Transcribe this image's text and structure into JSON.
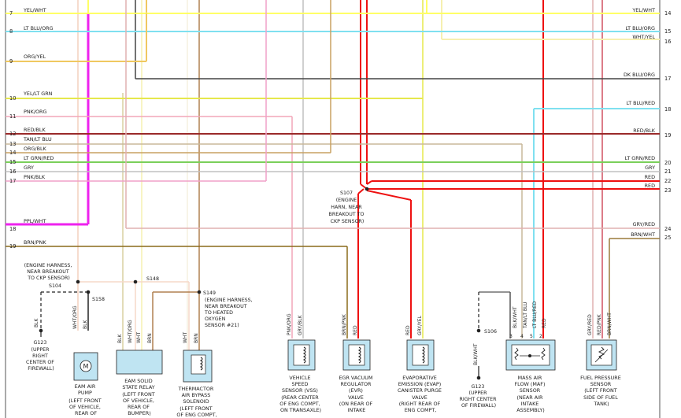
{
  "wires_left": [
    {
      "row": "7",
      "label": "YEL/WHT",
      "color": "#ffff66"
    },
    {
      "row": "8",
      "label": "LT BLU/ORG",
      "color": "#7fe0f0"
    },
    {
      "row": "9",
      "label": "ORG/YEL",
      "color": "#f0c860"
    },
    {
      "row": "10",
      "label": "YEL/LT GRN",
      "color": "#e6e84c"
    },
    {
      "row": "11",
      "label": "PNK/ORG",
      "color": "#f2a6b8"
    },
    {
      "row": "12",
      "label": "RED/BLK",
      "color": "#9a2a2a"
    },
    {
      "row": "13",
      "label": "TAN/LT BLU",
      "color": "#c9b89a"
    },
    {
      "row": "14",
      "label": "ORG/BLK",
      "color": "#c9a060"
    },
    {
      "row": "15",
      "label": "LT GRN/RED",
      "color": "#7ad05a"
    },
    {
      "row": "16",
      "label": "GRY",
      "color": "#c0c0c0"
    },
    {
      "row": "17",
      "label": "PNK/BLK",
      "color": "#f0a0c8"
    },
    {
      "row": "18",
      "label": "PPL/WHT",
      "color": "#ee22ee"
    },
    {
      "row": "19",
      "label": "BRN/PNK",
      "color": "#8a6a1a"
    }
  ],
  "wires_right": [
    {
      "row": "14",
      "label": "YEL/WHT",
      "color": "#ffff66"
    },
    {
      "row": "15",
      "label": "LT BLU/ORG",
      "color": "#7fe0f0"
    },
    {
      "row": "16",
      "label": "WHT/YEL",
      "color": "#f6f0b0"
    },
    {
      "row": "17",
      "label": "DK BLU/ORG",
      "color": "#444444"
    },
    {
      "row": "18",
      "label": "LT BLU/RED",
      "color": "#7fe0f0"
    },
    {
      "row": "19",
      "label": "RED/BLK",
      "color": "#9a2a2a"
    },
    {
      "row": "20",
      "label": "LT GRN/RED",
      "color": "#7ad05a"
    },
    {
      "row": "21",
      "label": "GRY",
      "color": "#c0c0c0"
    },
    {
      "row": "22",
      "label": "RED",
      "color": "#ee1111"
    },
    {
      "row": "23",
      "label": "RED",
      "color": "#ee1111"
    },
    {
      "row": "24",
      "label": "GRY/RED",
      "color": "#e0b0b0"
    },
    {
      "row": "25",
      "label": "BRN/WHT",
      "color": "#9a7a3a"
    }
  ],
  "notes": {
    "s107_lines": [
      "S107",
      "(ENGINE",
      "HARN, NEAR",
      "BREAKOUT TO",
      "CKP SENSOR)"
    ],
    "eng_harness_lines": [
      "(ENGINE HARNESS,",
      "NEAR BREAKOUT",
      "TO CKP SENSOR)"
    ],
    "s104": "S104",
    "s158": "S158",
    "s148": "S148",
    "s149_lines": [
      "S149",
      "(ENGINE HARNESS,",
      "NEAR BREAKOUT",
      "TO HEATED",
      "OXYGEN",
      "SENSOR #21)"
    ],
    "s106": "S106",
    "g123_left_lines": [
      "G123",
      "(UPPER",
      "RIGHT",
      "CENTER OF",
      "FIREWALL)"
    ],
    "g123_right_lines": [
      "G123",
      "(UPPER",
      "RIGHT CENTER",
      "OF FIREWALL)"
    ]
  },
  "pins": {
    "blk_ground": "BLK",
    "eam_pump_1": "WHT/ORG",
    "eam_pump_2": "BLK",
    "relay_1": "BLK",
    "relay_2": "WHT/ORG",
    "relay_3": "WHT",
    "relay_4": "BRN",
    "thermactor_1": "WHT",
    "thermactor_2": "BRN",
    "vss_1": "PNK/ORG",
    "vss_2": "GRY/BLK",
    "evr_1": "BRN/PNK",
    "evr_2": "RED",
    "evap_1": "RED",
    "evap_2": "GRY/YEL",
    "maf_ground": "BLK/WHT",
    "maf_1": "BLK/WHT",
    "maf_2": "TAN/LT BLU",
    "maf_3": "LT BLU/RED",
    "maf_4": "RED",
    "maf_num_1": "3",
    "maf_num_2": "4",
    "maf_num_3": "5",
    "maf_num_4": "2",
    "fps_1": "GRY/RED",
    "fps_2": "RED/PNK",
    "fps_3": "BRN/WHT"
  },
  "components": {
    "eam_pump_lines": [
      "EAM AIR",
      "PUMP",
      "(LEFT FRONT",
      "OF VEHICLE,",
      "REAR OF"
    ],
    "eam_relay_lines": [
      "EAM SOLID",
      "STATE RELAY",
      "(LEFT FRONT",
      "OF VEHICLE,",
      "REAR OF",
      "BUMPER)"
    ],
    "thermactor_lines": [
      "THERMACTOR",
      "AIR BYPASS",
      "SOLENOID",
      "(LEFT FRONT",
      "OF ENG COMPT,"
    ],
    "vss_lines": [
      "VEHICLE",
      "SPEED",
      "SENSOR (VSS)",
      "(REAR CENTER",
      "OF ENG COMPT,",
      "ON TRANSAXLE)"
    ],
    "evr_lines": [
      "EGR VACUUM",
      "REGULATOR",
      "(EVR)",
      "VALVE",
      "(ON REAR OF",
      "INTAKE"
    ],
    "evap_lines": [
      "EVAPORATIVE",
      "EMISSION (EVAP)",
      "CANISTER PURGE",
      "VALVE",
      "(RIGHT REAR OF",
      "ENG COMPT,"
    ],
    "maf_lines": [
      "MASS AIR",
      "FLOW (MAF)",
      "SENSOR",
      "(NEAR AIR",
      "INTAKE",
      "ASSEMBLY)"
    ],
    "fps_lines": [
      "FUEL PRESSURE",
      "SENSOR",
      "(LEFT FRONT",
      "SIDE OF FUEL",
      "TANK)"
    ],
    "motor_symbol": "M"
  }
}
